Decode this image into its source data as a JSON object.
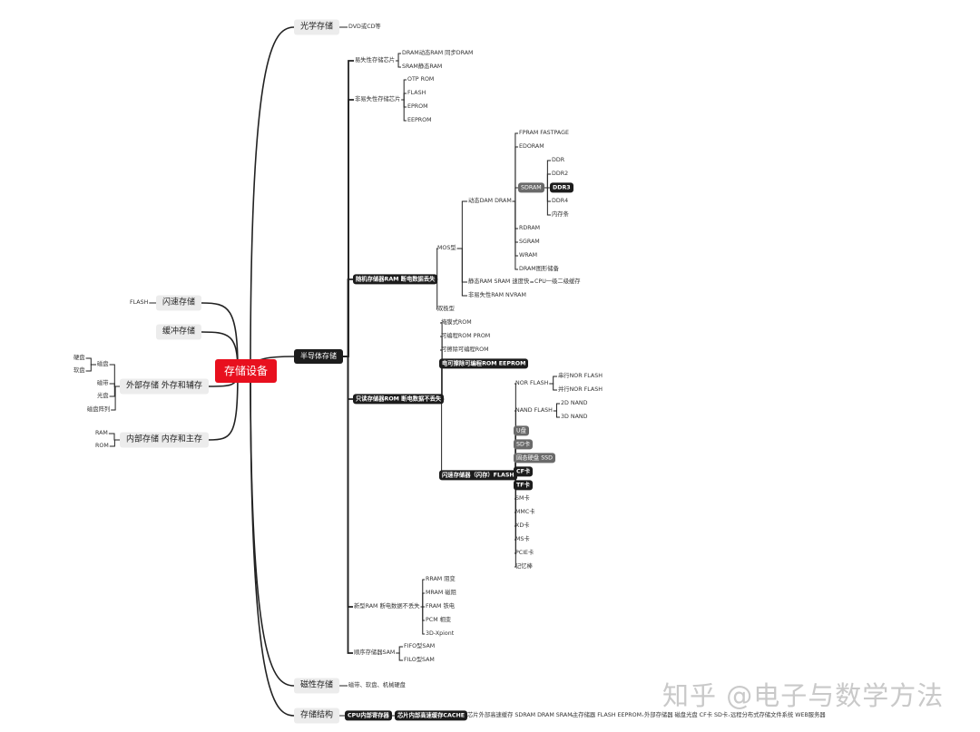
{
  "title": "存储设备",
  "watermark": "知乎 @电子与数学方法",
  "colors": {
    "root": "#e8101e",
    "dark_node": "#1c1c1c",
    "mid_node": "#6a6a6a",
    "light_node": "#ececec"
  },
  "nodes": {
    "root": "存储设备",
    "flash_store": "闪速存储",
    "flash_store_flash": "FLASH",
    "buffer_store": "缓冲存储",
    "external_store": "外部存储 外存和辅存",
    "ext_disk": "磁盘",
    "ext_hdd": "硬盘",
    "ext_fdd": "软盘",
    "ext_tape": "磁带",
    "ext_cd": "光盘",
    "ext_raid": "磁盘阵列",
    "internal_store": "内部存储 内存和主存",
    "int_ram": "RAM",
    "int_rom": "ROM",
    "optical": "光学存储",
    "optical_dvd": "DVD或CD等",
    "semi": "半导体存储",
    "volatile": "易失性存储芯片",
    "vol_dram": "DRAM动态RAM 同步DRAM",
    "vol_sram": "SRAM静态RAM",
    "nonvolatile": "非易失性存储芯片",
    "nv_otp": "OTP ROM",
    "nv_flash": "FLASH",
    "nv_eprom": "EPROM",
    "nv_eeprom": "EEPROM",
    "ram": "随机存储器RAM 断电数据丢失",
    "mos": "MOS型",
    "dyn": "动态DAM DRAM",
    "fpram": "FPRAM FASTPAGE",
    "edoram": "EDORAM",
    "sdram": "SDRAM",
    "ddr": "DDR",
    "ddr2": "DDR2",
    "ddr3": "DDR3",
    "ddr4": "DDR4",
    "memstick": "内存条",
    "rdram": "RDRAM",
    "sgram": "SGRAM",
    "wram": "WRAM",
    "dram_gfx": "DRAM图形储备",
    "sram": "静态RAM SRAM 速度快",
    "cpu_cache": "CPU一级二级缓存",
    "nvram": "非易失性RAM NVRAM",
    "bipolar": "双极型",
    "rom": "只读存储器ROM 断电数据不丢失",
    "mask_rom": "掩膜式ROM",
    "prom": "可编程ROM PROM",
    "eprom": "可擦除可编程ROM",
    "eeprom": "电可擦除可编程ROM EEPROM",
    "flash": "闪速存储器（闪存）FLASH",
    "nor": "NOR FLASH",
    "nor_serial": "串行NOR FLASH",
    "nor_parallel": "并行NOR FLASH",
    "nand": "NAND FLASH",
    "nand_2d": "2D NAND",
    "nand_3d": "3D NAND",
    "udisk": "U盘",
    "sd": "SD卡",
    "ssd": "固态硬盘 SSD",
    "cf": "CF卡",
    "tf": "TF卡",
    "sm": "SM卡",
    "mmc": "MMC卡",
    "xd": "XD卡",
    "ms": "MS卡",
    "pcie": "PCIE卡",
    "memorystick": "记忆棒",
    "newram": "新型RAM 断电数据不丢失",
    "rram": "RRAM 阻变",
    "mram": "MRAM 磁阻",
    "fram": "FRAM 铁电",
    "pcm": "PCM 相变",
    "xpoint": "3D-Xpiont",
    "sam": "顺序存储器SAM",
    "fifo": "FIFO型SAM",
    "filo": "FILO型SAM",
    "magnetic": "磁性存储",
    "magnetic_items": "磁带、软盘、机械硬盘",
    "structure": "存储结构",
    "s_cpu": "CPU内部寄存器",
    "s_cache": "芯片内部高速缓存CACHE",
    "s_ext_cache": "芯片外部高速缓存 SDRAM DRAM SRAM",
    "s_main": "主存储器 FLASH EEPROM",
    "s_external": "外部存储器 磁盘光盘 CF卡 SD卡",
    "s_remote": "远程分布式存储文件系统 WEB服务器"
  }
}
